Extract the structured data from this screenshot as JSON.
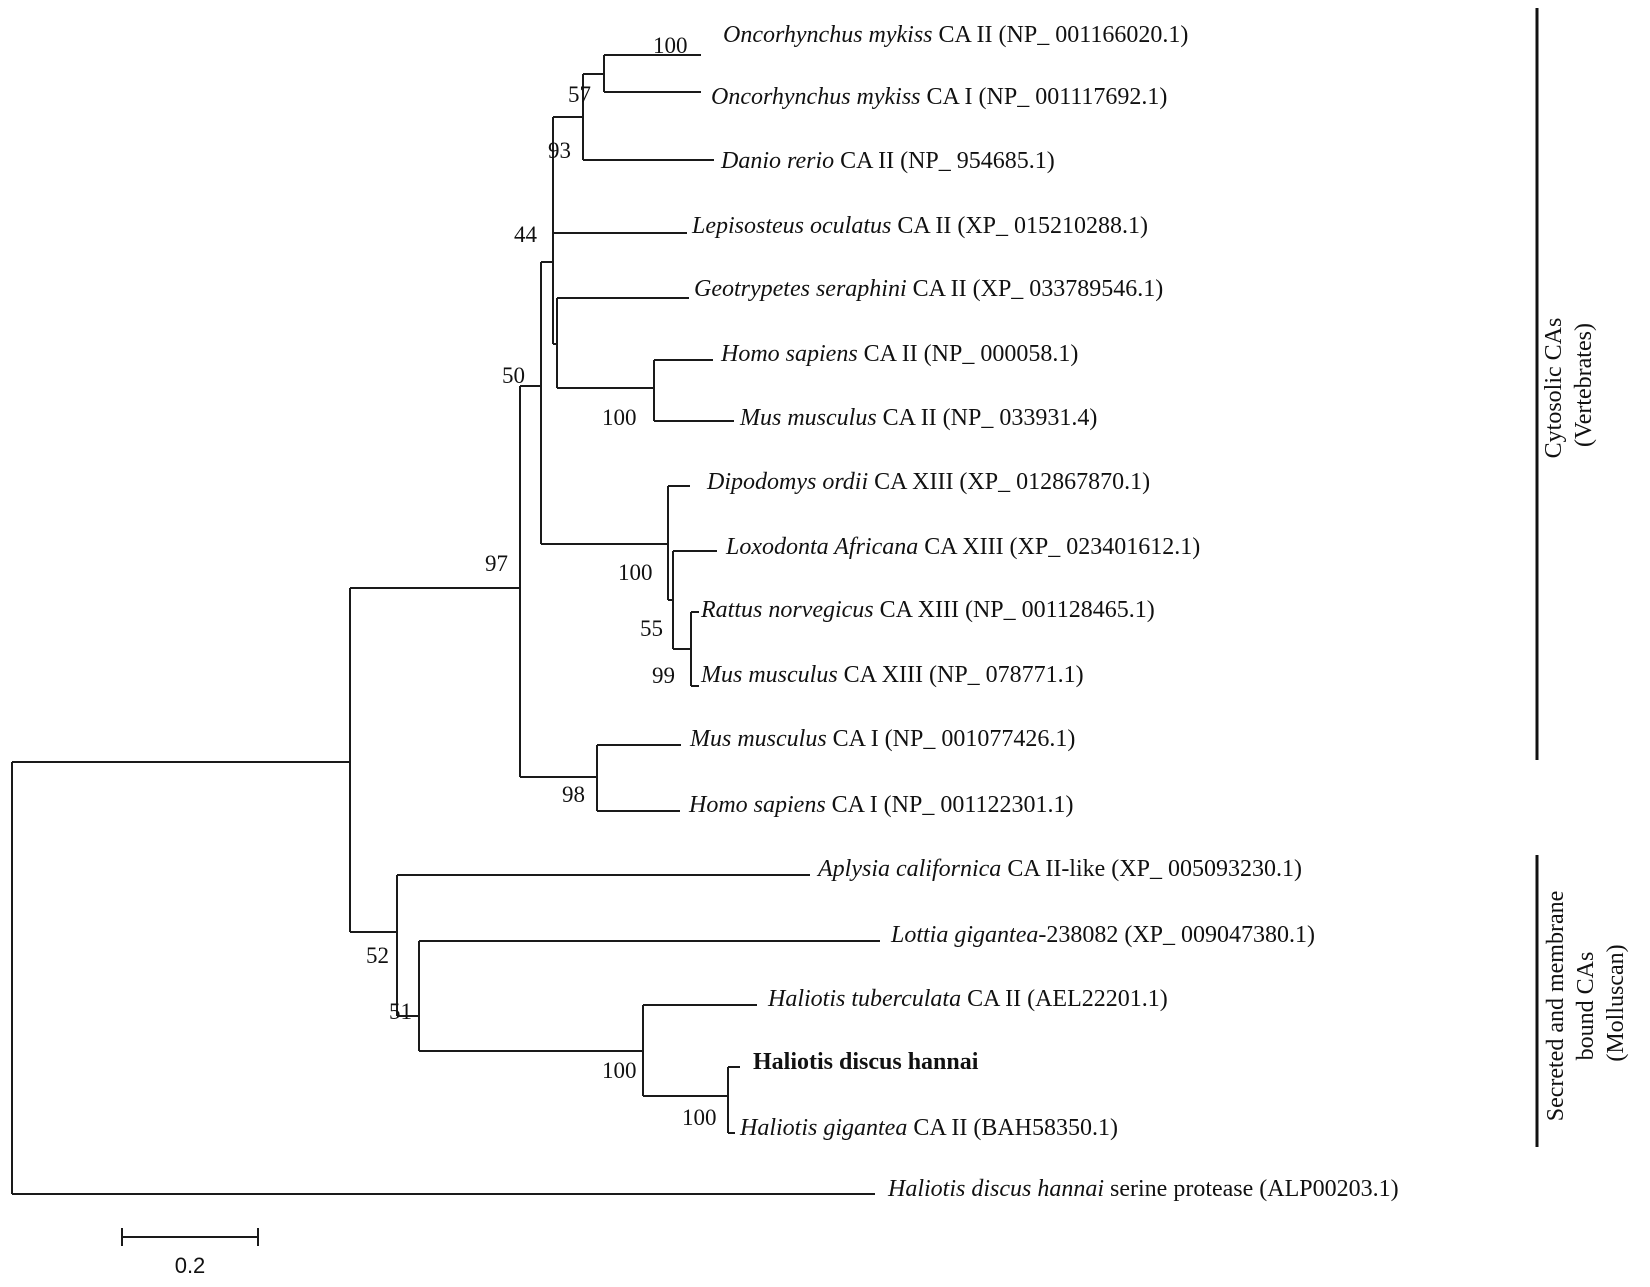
{
  "leaves": [
    {
      "species": "Oncorhynchus mykiss",
      "rest": " CA II (NP_ 001166020.1)",
      "bold": false
    },
    {
      "species": "Oncorhynchus mykiss",
      "rest": " CA I (NP_ 001117692.1)",
      "bold": false
    },
    {
      "species": "Danio rerio",
      "rest": " CA II (NP_ 954685.1)",
      "bold": false
    },
    {
      "species": "Lepisosteus oculatus",
      "rest": " CA II (XP_ 015210288.1)",
      "bold": false
    },
    {
      "species": "Geotrypetes seraphini",
      "rest": " CA II (XP_ 033789546.1)",
      "bold": false
    },
    {
      "species": "Homo sapiens",
      "rest": " CA II (NP_ 000058.1)",
      "bold": false
    },
    {
      "species": "Mus musculus",
      "rest": " CA II (NP_ 033931.4)",
      "bold": false
    },
    {
      "species": "Dipodomys ordii",
      "rest": " CA XIII (XP_ 012867870.1)",
      "bold": false
    },
    {
      "species": "Loxodonta Africana",
      "rest": " CA XIII (XP_ 023401612.1)",
      "bold": false
    },
    {
      "species": "Rattus norvegicus",
      "rest": " CA XIII (NP_ 001128465.1)",
      "bold": false
    },
    {
      "species": "Mus musculus",
      "rest": " CA XIII (NP_ 078771.1)",
      "bold": false
    },
    {
      "species": "Mus musculus",
      "rest": " CA I (NP_ 001077426.1)",
      "bold": false
    },
    {
      "species": "Homo sapiens",
      "rest": " CA I (NP_ 001122301.1)",
      "bold": false
    },
    {
      "species": "Aplysia californica",
      "rest": " CA II-like (XP_ 005093230.1)",
      "bold": false
    },
    {
      "species": "Lottia gigantea",
      "rest": "-238082 (XP_ 009047380.1)",
      "bold": false
    },
    {
      "species": "Haliotis tuberculata",
      "rest": " CA II (AEL22201.1)",
      "bold": false
    },
    {
      "species": "Haliotis discus hannai",
      "rest": "",
      "bold": true
    },
    {
      "species": "Haliotis gigantea",
      "rest": " CA II (BAH58350.1)",
      "bold": false
    },
    {
      "species": "Haliotis discus hannai",
      "rest": " serine protease (ALP00203.1)",
      "bold": false
    }
  ],
  "bootstrap_values": [
    "100",
    "57",
    "93",
    "44",
    "100",
    "50",
    "100",
    "55",
    "99",
    "98",
    "97",
    "52",
    "51",
    "100",
    "100"
  ],
  "groups": {
    "cytosolic": [
      "Cytosolic CAs",
      "(Vertebrates)"
    ],
    "secreted": [
      "Secreted and membrane",
      "bound CAs",
      "(Molluscan)"
    ]
  },
  "scale": {
    "label": "0.2",
    "value": 0.2
  }
}
